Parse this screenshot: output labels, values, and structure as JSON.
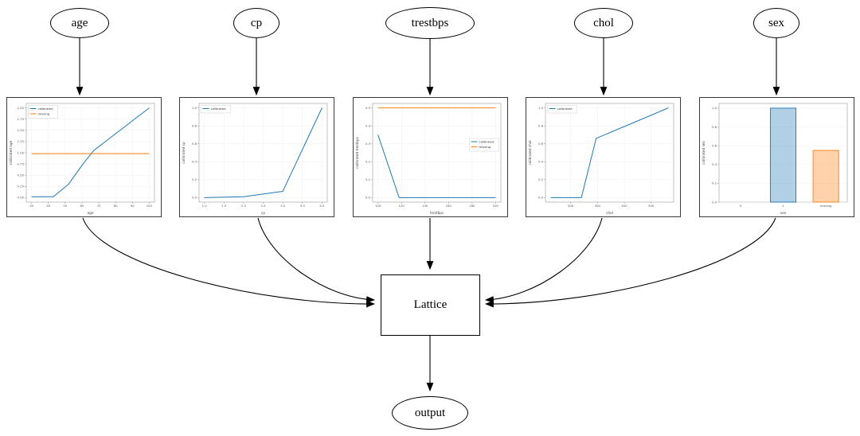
{
  "nodes": {
    "age": {
      "label": "age"
    },
    "cp": {
      "label": "cp"
    },
    "trestbps": {
      "label": "trestbps"
    },
    "chol": {
      "label": "chol"
    },
    "sex": {
      "label": "sex"
    },
    "lattice": {
      "label": "Lattice"
    },
    "output": {
      "label": "output"
    }
  },
  "colors": {
    "calibrated": "#1f77b4",
    "missing": "#ff7f0e"
  },
  "chart_data": [
    {
      "type": "line",
      "feature": "age",
      "xlabel": "age",
      "ylabel": "calibrated age",
      "xlim": [
        30,
        100
      ],
      "ylim": [
        0.0,
        2.0
      ],
      "xticks": [
        "30",
        "40",
        "50",
        "60",
        "70",
        "80",
        "90",
        "100"
      ],
      "yticks": [
        "0.00",
        "0.25",
        "0.50",
        "0.75",
        "1.00",
        "1.25",
        "1.50",
        "1.75",
        "2.00"
      ],
      "legend": {
        "position": "upper-left"
      },
      "series": [
        {
          "name": "calibrated",
          "color": "#1f77b4",
          "x": [
            30,
            43,
            52,
            60,
            67,
            100
          ],
          "y": [
            0.02,
            0.02,
            0.3,
            0.72,
            1.05,
            2.0
          ]
        },
        {
          "name": "missing",
          "color": "#ff7f0e",
          "x": [
            30,
            100
          ],
          "y": [
            0.98,
            0.98
          ]
        }
      ]
    },
    {
      "type": "line",
      "feature": "cp",
      "xlabel": "cp",
      "ylabel": "calibrated cp",
      "xlim": [
        1.0,
        4.0
      ],
      "ylim": [
        0.0,
        1.0
      ],
      "xticks": [
        "1.0",
        "1.5",
        "2.0",
        "2.5",
        "3.0",
        "3.5",
        "4.0"
      ],
      "yticks": [
        "0.0",
        "0.2",
        "0.4",
        "0.6",
        "0.8",
        "1.0"
      ],
      "legend": {
        "position": "upper-left"
      },
      "series": [
        {
          "name": "calibrated",
          "color": "#1f77b4",
          "x": [
            1.0,
            2.0,
            3.0,
            4.0
          ],
          "y": [
            0.0,
            0.01,
            0.07,
            1.0
          ]
        }
      ]
    },
    {
      "type": "line",
      "feature": "trestbps",
      "xlabel": "trestbps",
      "ylabel": "calibrated trestbps",
      "xlim": [
        100,
        200
      ],
      "ylim": [
        0.0,
        0.5
      ],
      "xticks": [
        "100",
        "120",
        "140",
        "160",
        "180",
        "200"
      ],
      "yticks": [
        "0.0",
        "0.1",
        "0.2",
        "0.3",
        "0.4",
        "0.5"
      ],
      "legend": {
        "position": "center-right"
      },
      "series": [
        {
          "name": "calibrated",
          "color": "#1f77b4",
          "x": [
            100,
            118,
            200
          ],
          "y": [
            0.35,
            0.0,
            0.0
          ]
        },
        {
          "name": "missing",
          "color": "#ff7f0e",
          "x": [
            100,
            200
          ],
          "y": [
            0.5,
            0.5
          ]
        }
      ]
    },
    {
      "type": "line",
      "feature": "chol",
      "xlabel": "chol",
      "ylabel": "calibrated chol",
      "xlim": [
        126,
        564
      ],
      "ylim": [
        0.0,
        1.0
      ],
      "xticks": [
        "200",
        "300",
        "400",
        "500"
      ],
      "yticks": [
        "0.0",
        "0.2",
        "0.4",
        "0.6",
        "0.8",
        "1.0"
      ],
      "legend": {
        "position": "upper-left"
      },
      "series": [
        {
          "name": "calibrated",
          "color": "#1f77b4",
          "x": [
            126,
            240,
            295,
            564
          ],
          "y": [
            0.0,
            0.0,
            0.66,
            1.0
          ]
        }
      ]
    },
    {
      "type": "bar",
      "feature": "sex",
      "xlabel": "sex",
      "ylabel": "calibrated sex",
      "ylim": [
        0.0,
        1.0
      ],
      "yticks": [
        "0.0",
        "0.2",
        "0.4",
        "0.6",
        "0.8",
        "1.0"
      ],
      "categories": [
        "0",
        "1",
        "missing"
      ],
      "values": [
        0.0,
        1.0,
        0.55
      ],
      "bar_colors": [
        "#1f77b4",
        "#1f77b4",
        "#ff7f0e"
      ]
    }
  ]
}
